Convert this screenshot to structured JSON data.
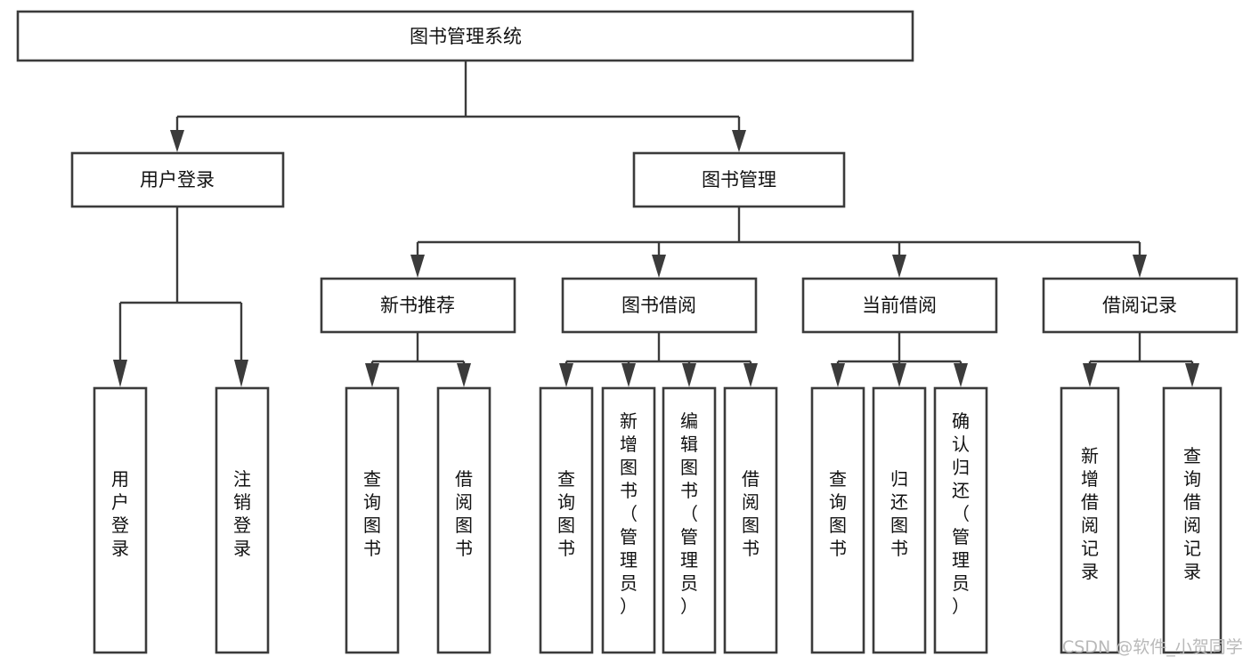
{
  "diagram": {
    "type": "tree-hierarchy-flowchart",
    "title": "图书管理系统",
    "root": {
      "id": "root",
      "label": "图书管理系统",
      "orientation": "horizontal"
    },
    "level2": [
      {
        "id": "user-login",
        "label": "用户登录",
        "orientation": "horizontal"
      },
      {
        "id": "book-manage",
        "label": "图书管理",
        "orientation": "horizontal"
      }
    ],
    "level3": [
      {
        "id": "new-book-recommend",
        "label": "新书推荐",
        "orientation": "horizontal",
        "parent": "book-manage"
      },
      {
        "id": "book-borrow",
        "label": "图书借阅",
        "orientation": "horizontal",
        "parent": "book-manage"
      },
      {
        "id": "current-borrow",
        "label": "当前借阅",
        "orientation": "horizontal",
        "parent": "book-manage"
      },
      {
        "id": "borrow-record",
        "label": "借阅记录",
        "orientation": "horizontal",
        "parent": "book-manage"
      }
    ],
    "leaves": [
      {
        "id": "leaf-user-login",
        "label": "用户登录",
        "orientation": "vertical",
        "parent": "user-login"
      },
      {
        "id": "leaf-logout-login",
        "label": "注销登录",
        "orientation": "vertical",
        "parent": "user-login"
      },
      {
        "id": "leaf-query-book-1",
        "label": "查询图书",
        "orientation": "vertical",
        "parent": "new-book-recommend"
      },
      {
        "id": "leaf-borrow-book-1",
        "label": "借阅图书",
        "orientation": "vertical",
        "parent": "new-book-recommend"
      },
      {
        "id": "leaf-query-book-2",
        "label": "查询图书",
        "orientation": "vertical",
        "parent": "book-borrow"
      },
      {
        "id": "leaf-add-book-admin",
        "label": "新增图书（管理员）",
        "orientation": "vertical",
        "parent": "book-borrow"
      },
      {
        "id": "leaf-edit-book-admin",
        "label": "编辑图书（管理员）",
        "orientation": "vertical",
        "parent": "book-borrow"
      },
      {
        "id": "leaf-borrow-book-2",
        "label": "借阅图书",
        "orientation": "vertical",
        "parent": "book-borrow"
      },
      {
        "id": "leaf-query-book-3",
        "label": "查询图书",
        "orientation": "vertical",
        "parent": "current-borrow"
      },
      {
        "id": "leaf-return-book",
        "label": "归还图书",
        "orientation": "vertical",
        "parent": "current-borrow"
      },
      {
        "id": "leaf-confirm-return-admin",
        "label": "确认归还（管理员）",
        "orientation": "vertical",
        "parent": "current-borrow"
      },
      {
        "id": "leaf-add-borrow-record",
        "label": "新增借阅记录",
        "orientation": "vertical",
        "parent": "borrow-record"
      },
      {
        "id": "leaf-query-borrow-record",
        "label": "查询借阅记录",
        "orientation": "vertical",
        "parent": "borrow-record"
      }
    ]
  },
  "watermark": {
    "text": "CSDN @软件_小贺同学"
  },
  "colors": {
    "stroke": "#3b3b3b",
    "node_fill": "#ffffff",
    "text": "#111111",
    "watermark": "#b9b9b9",
    "background": "#ffffff"
  }
}
